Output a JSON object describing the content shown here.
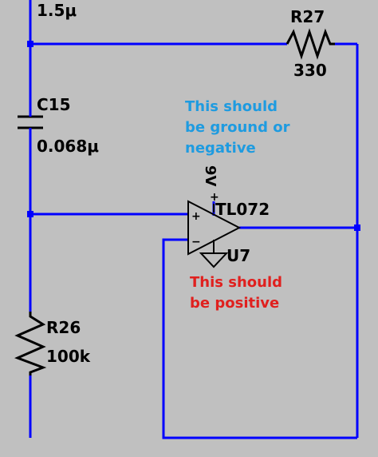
{
  "colors": {
    "background": "#c0c0c0",
    "wire": "#0000ff",
    "component": "#000000",
    "net_label": "#000000",
    "note_ground": "#1e9be0",
    "note_positive": "#e0201e"
  },
  "labels": {
    "top_value": "1.5μ",
    "r27_name": "R27",
    "r27_value": "330",
    "c15_name": "C15",
    "c15_value": "0.068μ",
    "supply_label": "9V",
    "opamp_model": "TL072",
    "opamp_ref": "U7",
    "r26_name": "R26",
    "r26_value": "100k",
    "plus_sign": "+",
    "minus_sign": "−",
    "supply_plus": "+"
  },
  "notes": {
    "ground_note": [
      "This should",
      "be ground or",
      "negative"
    ],
    "positive_note": [
      "This should",
      "be positive"
    ]
  },
  "icons": {
    "opamp": "opamp-triangle-icon",
    "ground": "ground-triangle-icon",
    "resistor": "resistor-zigzag-icon",
    "capacitor": "capacitor-icon",
    "junction": "junction-dot-icon"
  }
}
